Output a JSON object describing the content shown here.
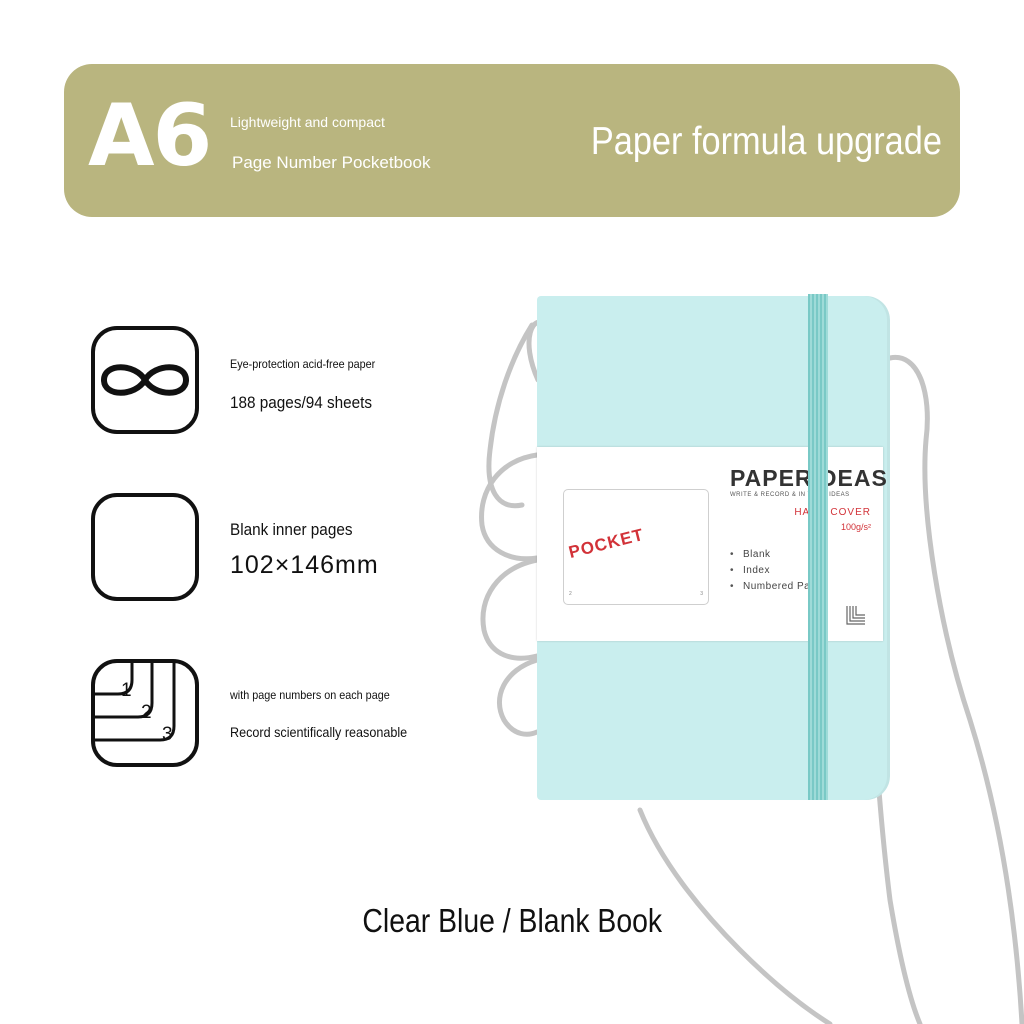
{
  "banner": {
    "big_label": "A6",
    "line1": "Lightweight and compact",
    "line2": "Page Number Pocketbook",
    "right_title": "Paper formula upgrade"
  },
  "features": [
    {
      "icon": "infinity-icon",
      "line1": "Eye-protection acid-free paper",
      "line2": "188 pages/94 sheets"
    },
    {
      "icon": "rounded-square-icon",
      "line1": "Blank inner pages",
      "line2": "102×146mm"
    },
    {
      "icon": "page-numbers-icon",
      "icon_digits": [
        "1",
        "2",
        "3"
      ],
      "line1": "with page numbers on each page",
      "line2": "Record scientifically reasonable"
    }
  ],
  "notebook": {
    "stamp": "POCKET",
    "window_nums": [
      "2",
      "3"
    ],
    "brand": "PAPERIDEAS",
    "tagline": "WRITE & RECORD & IN YOUR IDEAS",
    "cover_type": "HARD COVER",
    "gsm": "100g/s²",
    "bullets": [
      "Blank",
      "Index",
      "Numbered Pages"
    ],
    "cover_color": "#c9eeee",
    "band_color": "#79c9c6"
  },
  "caption": "Clear Blue / Blank Book",
  "colors": {
    "banner": "#b9b57f",
    "stamp": "#d23238",
    "hand_outline": "#c4c4c4"
  }
}
